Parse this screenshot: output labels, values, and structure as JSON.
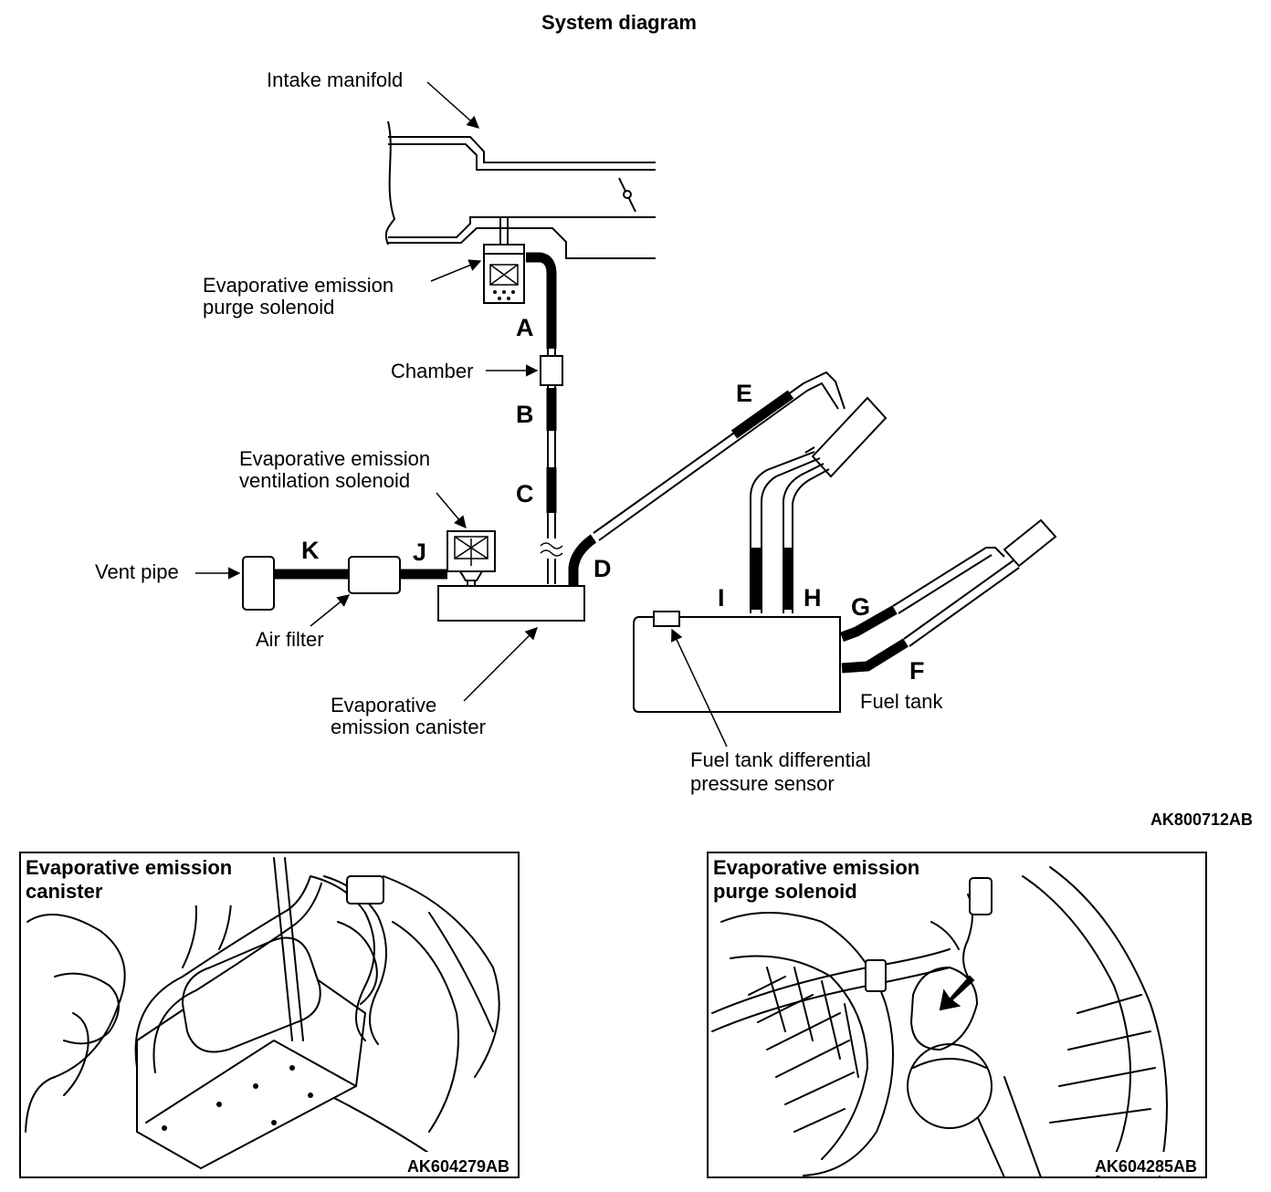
{
  "diagram": {
    "title": "System diagram",
    "labels": {
      "intake_manifold": "Intake manifold",
      "purge_solenoid_1": "Evaporative emission",
      "purge_solenoid_2": "purge solenoid",
      "chamber": "Chamber",
      "ventilation_solenoid_1": "Evaporative emission",
      "ventilation_solenoid_2": "ventilation solenoid",
      "vent_pipe": "Vent pipe",
      "air_filter": "Air filter",
      "canister_1": "Evaporative",
      "canister_2": "emission canister",
      "fuel_tank": "Fuel tank",
      "pressure_sensor_1": "Fuel tank differential",
      "pressure_sensor_2": "pressure sensor"
    },
    "hose_letters": [
      "A",
      "B",
      "C",
      "D",
      "E",
      "F",
      "G",
      "H",
      "I",
      "J",
      "K"
    ],
    "code": "AK800712AB"
  },
  "photos": [
    {
      "title_1": "Evaporative emission",
      "title_2": "canister",
      "code": "AK604279AB"
    },
    {
      "title_1": "Evaporative emission",
      "title_2": "purge solenoid",
      "code": "AK604285AB"
    }
  ]
}
